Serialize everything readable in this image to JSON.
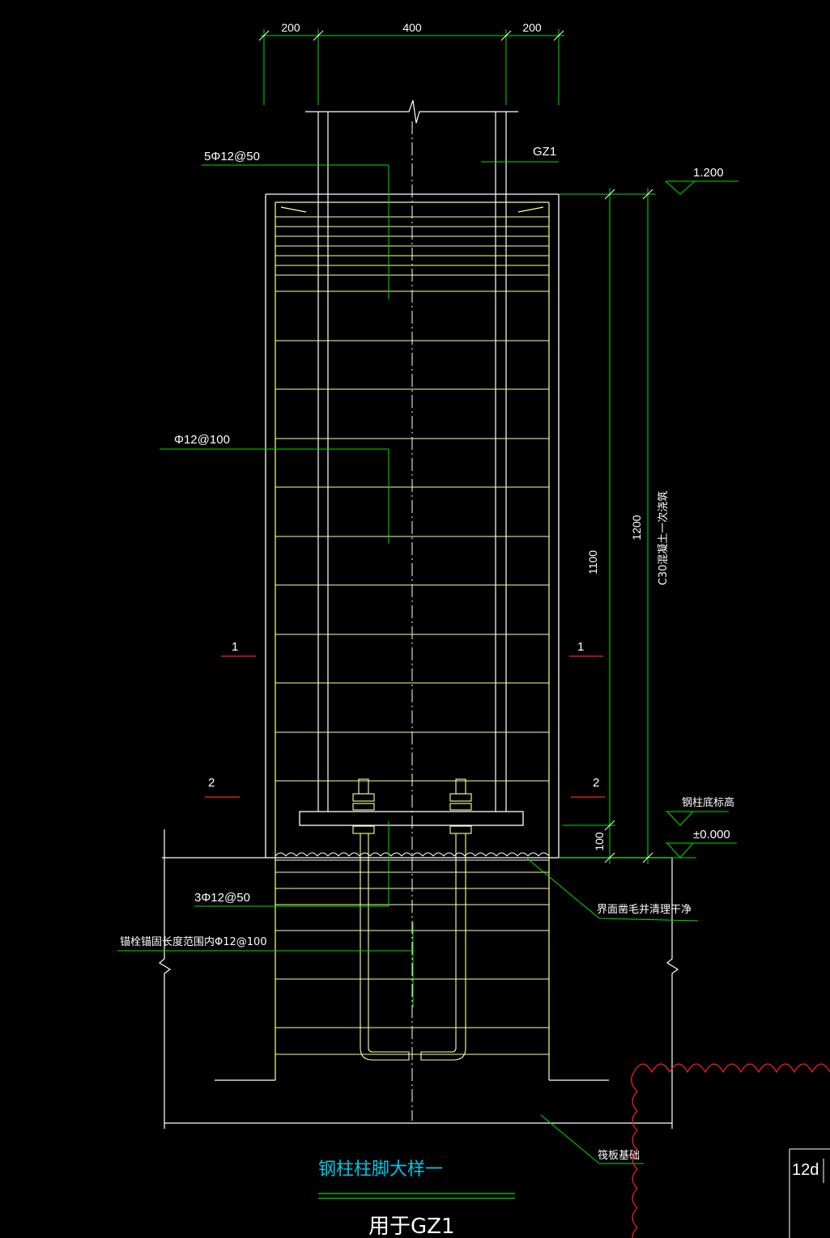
{
  "drawing": {
    "dimensions": {
      "top_left": "200",
      "top_mid": "400",
      "top_right": "200",
      "height_1100": "1100",
      "height_1200": "1200",
      "base_100": "100"
    },
    "labels": {
      "column": "GZ1",
      "stirrups_top": "5Φ12@50",
      "stirrups_mid": "Φ12@100",
      "stirrups_base": "3Φ12@50",
      "anchor_stirrups": "锚栓锚固长度范围内Φ12@100",
      "concrete_note": "C30混凝土一次浇筑",
      "interface_note": "界面凿毛并清理干净",
      "raft_note": "筏板基础",
      "column_base_elev_label": "钢柱底标高"
    },
    "elevations": {
      "top": "1.200",
      "zero": "±0.000"
    },
    "sections": {
      "s1_left": "1",
      "s1_right": "1",
      "s2_left": "2",
      "s2_right": "2"
    },
    "title": "钢柱柱脚大样一",
    "usage": "用于GZ1",
    "corner_stamp": "12d"
  },
  "colors": {
    "background": "#000000",
    "concrete_outline": "#ffffff",
    "rebar": "#ffffa0",
    "dimension": "#00e000",
    "section_mark": "#ff2020",
    "title": "#00c8e6",
    "revision_cloud": "#ff2020"
  }
}
